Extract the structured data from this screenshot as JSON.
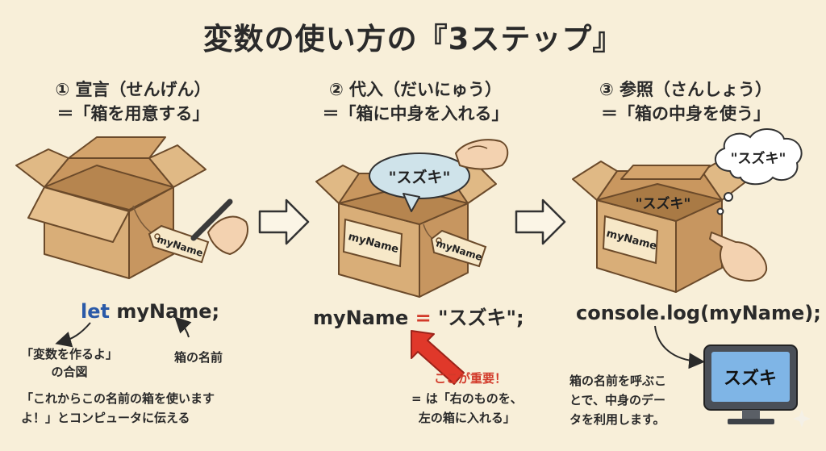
{
  "title": "変数の使い方の『3ステップ』",
  "steps": [
    {
      "heading": "① 宣言（せんげん）",
      "subheading": "＝「箱を用意する」",
      "tag": "myName",
      "code_keyword": "let",
      "code_rest": " myName;",
      "notes": {
        "signal_line1": "「変数を作るよ」",
        "signal_line2": "の合図",
        "box_name": "箱の名前",
        "explain_line1": "「これからこの名前の箱を使います",
        "explain_line2": "よ！」とコンピュータに伝える"
      }
    },
    {
      "heading": "② 代入（だいにゅう）",
      "subheading": "＝「箱に中身を入れる」",
      "bubble": "\"スズキ\"",
      "label": "myName",
      "tag": "myName",
      "code_left": "myName ",
      "code_eq": "=",
      "code_right": " \"スズキ\";",
      "important": "ここが重要！",
      "explain_line1": "= は「右のものを、",
      "explain_line2": "左の箱に入れる」"
    },
    {
      "heading": "③ 参照（さんしょう）",
      "subheading": "＝「箱の中身を使う」",
      "inside": "\"スズキ\"",
      "thought": "\"スズキ\"",
      "label": "myName",
      "code": "console.log(myName);",
      "monitor_text": "スズキ",
      "explain_line1": "箱の名前を呼ぶこ",
      "explain_line2": "とで、中身のデー",
      "explain_line3": "タを利用します。"
    }
  ],
  "colors": {
    "background": "#f8efd9",
    "box": "#d9ae78",
    "keyword": "#2b5aa8",
    "accent": "#d23a2a",
    "bubble": "#cfe3ea",
    "screen": "#7fb5e6"
  }
}
